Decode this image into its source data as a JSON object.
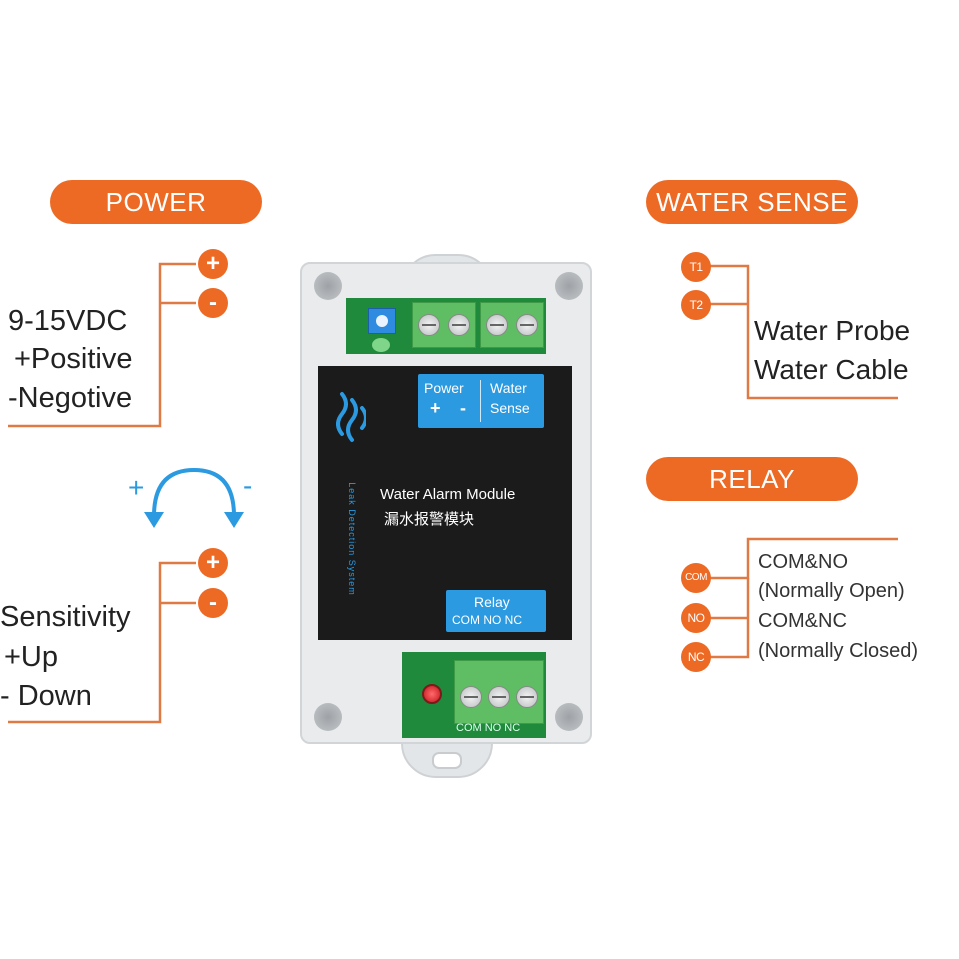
{
  "power": {
    "title": "POWER",
    "plus": "+",
    "minus": "-",
    "lines": [
      "9-15VDC",
      "+Positive",
      "-Negotive"
    ]
  },
  "sensitivity": {
    "adjust_plus": "+",
    "adjust_minus": "-",
    "plus": "+",
    "minus": "-",
    "lines": [
      "Sensitivity",
      "+Up",
      "- Down"
    ]
  },
  "water_sense": {
    "title": "WATER SENSE",
    "t1": "T1",
    "t2": "T2",
    "lines": [
      "Water Probe",
      "Water Cable"
    ]
  },
  "relay": {
    "title": "RELAY",
    "com": "COM",
    "no": "NO",
    "nc": "NC",
    "lines": [
      "COM&NO",
      "(Normally Open)",
      "COM&NC",
      "(Normally Closed)"
    ]
  },
  "module": {
    "name": "Water Alarm Module",
    "name_cn": "漏水报警模块",
    "brand_vertical": "Leak Detection System",
    "label_power": "Power",
    "label_water": "Water",
    "label_sense": "Sense",
    "label_plus": "+",
    "label_minus": "-",
    "label_relay": "Relay",
    "label_relay_terms": "COM NO NC",
    "bottom_terms": "COM NO NC"
  },
  "colors": {
    "accent": "#ed6a25",
    "arrow": "#2b9ae0",
    "panel": "#1b1b1b",
    "label_blue": "#2b9ae0"
  }
}
